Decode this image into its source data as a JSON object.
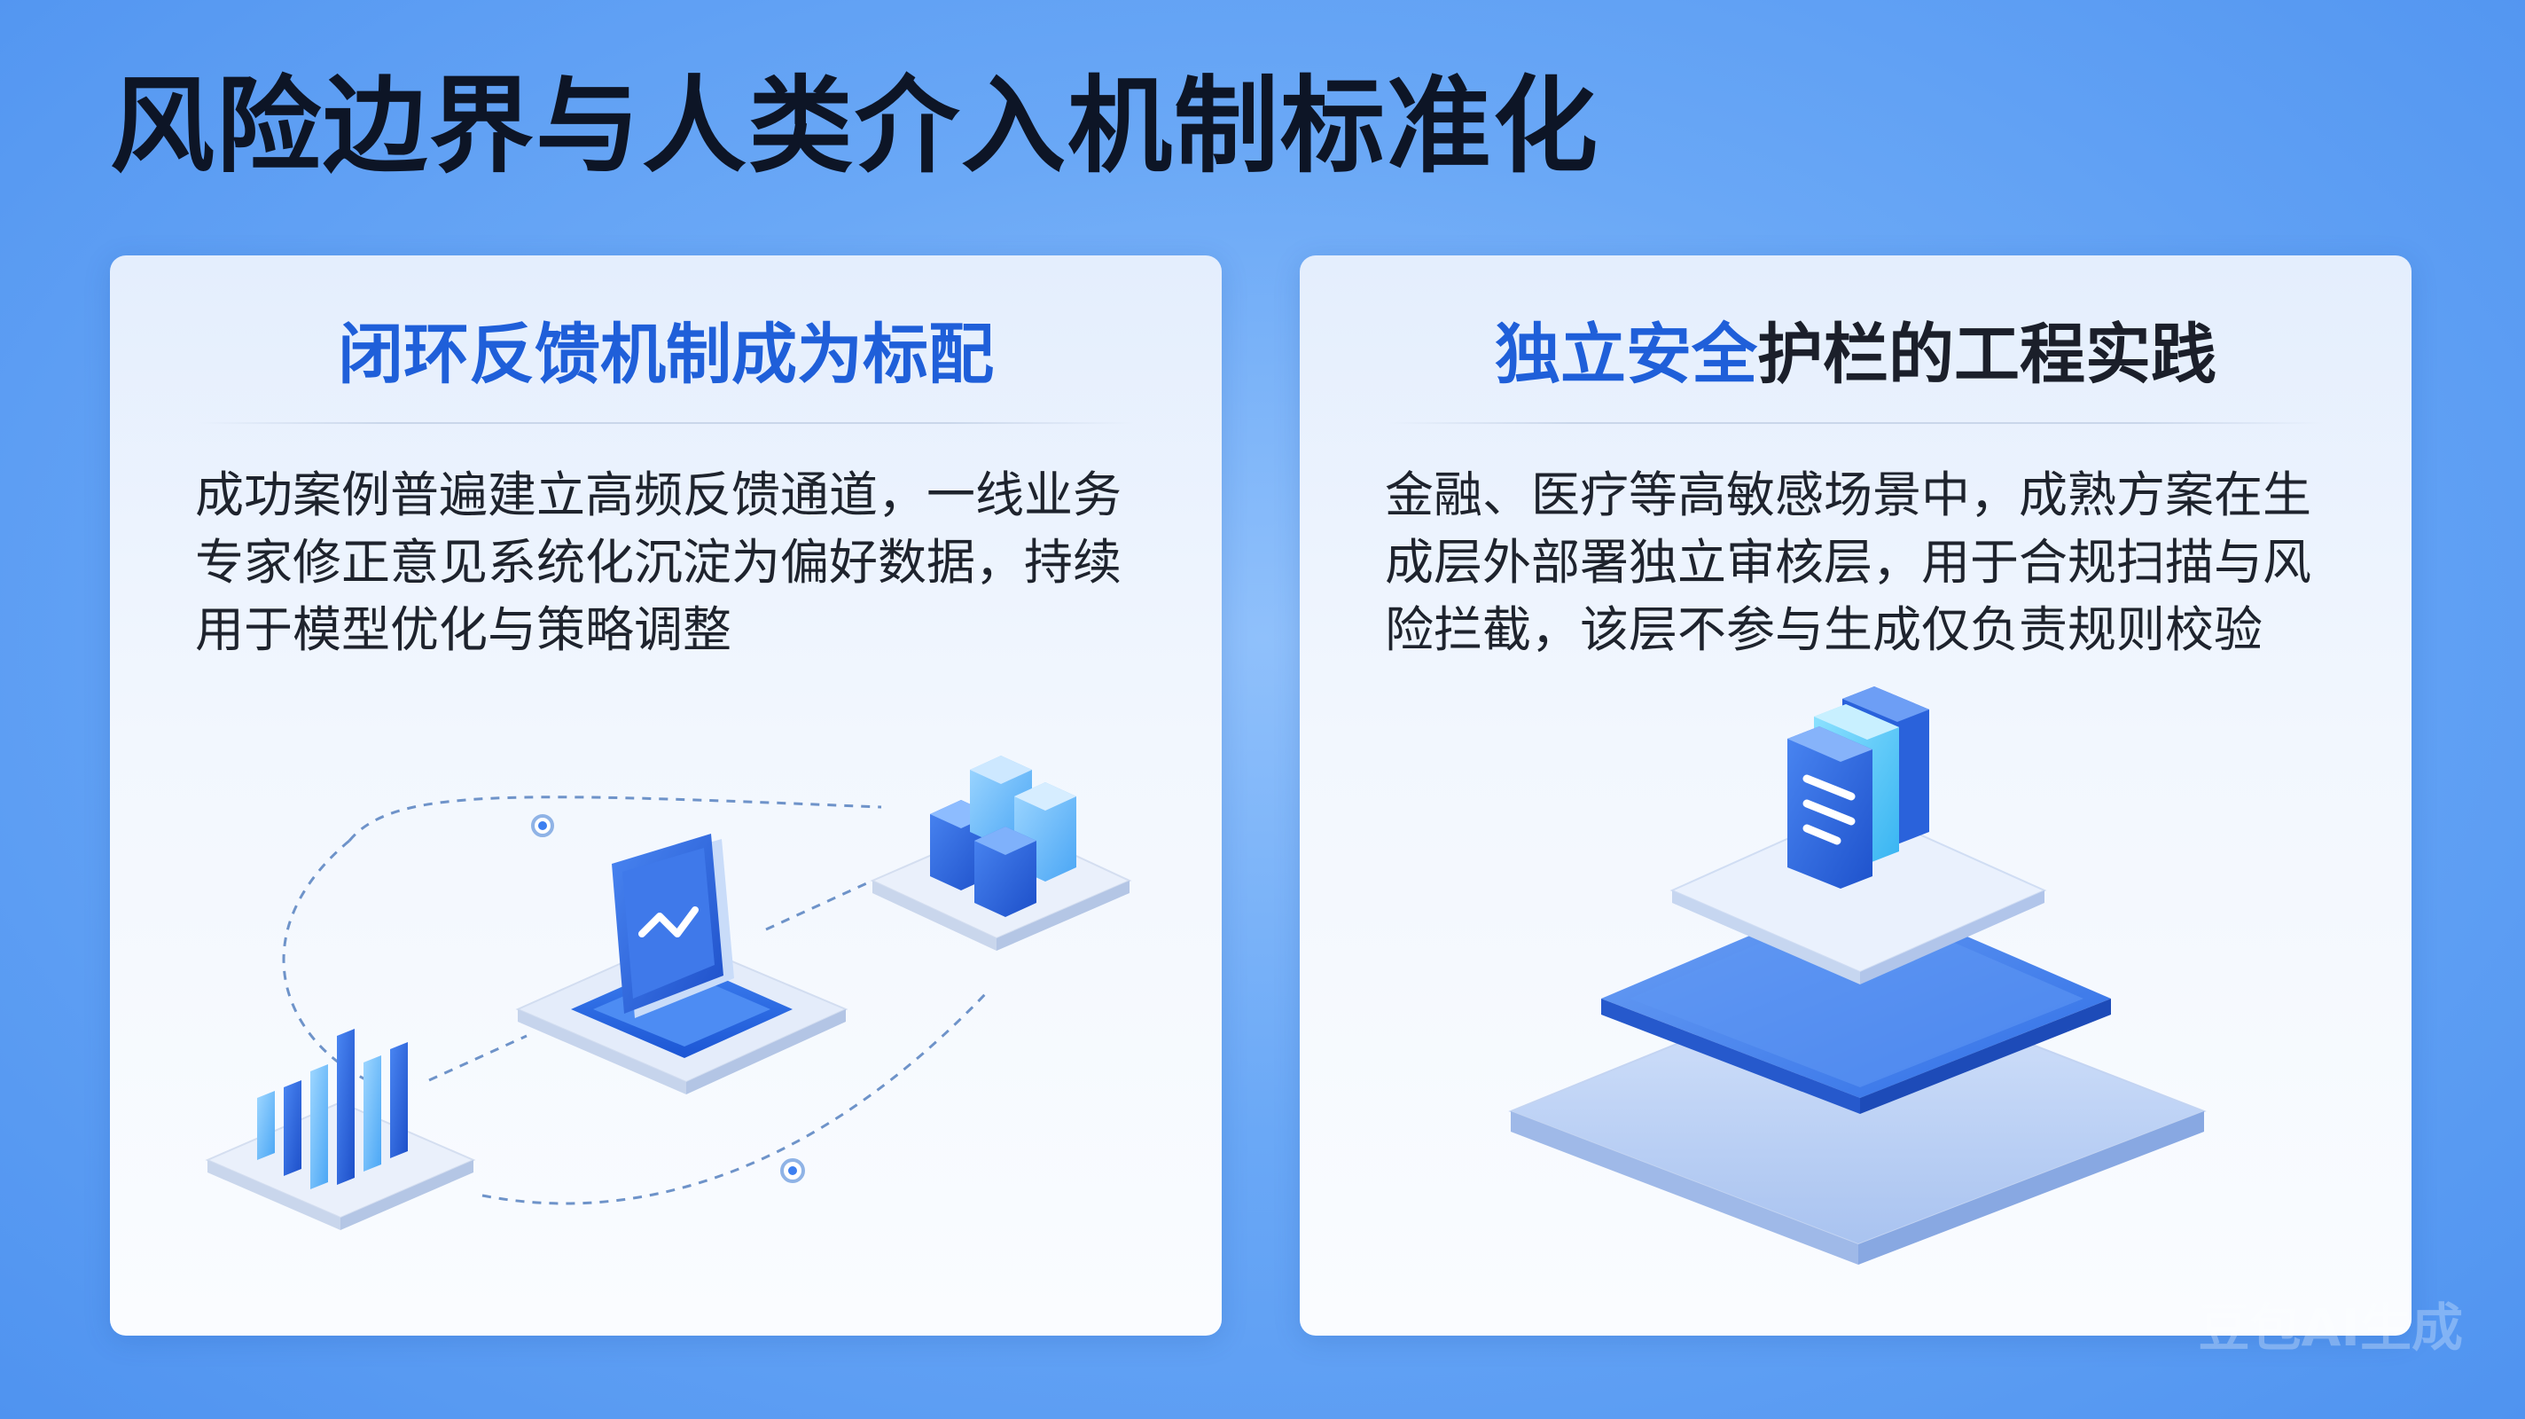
{
  "title": "风险边界与人类介入机制标准化",
  "cards": [
    {
      "heading_accent": "闭环反馈机制成为标配",
      "heading_rest": "",
      "body": "成功案例普遍建立高频反馈通道，一线业务专家修正意见系统化沉淀为偏好数据，持续用于模型优化与策略调整"
    },
    {
      "heading_accent": "独立安全",
      "heading_rest": "护栏的工程实践",
      "body": "金融、医疗等高敏感场景中，成熟方案在生成层外部署独立审核层，用于合规扫描与风险拦截，该层不参与生成仅负责规则校验"
    }
  ],
  "watermark": "豆包AI生成",
  "colors": {
    "accent": "#1f5fd9",
    "background": "#6aa8f6",
    "title": "#0d1526"
  },
  "icons": [
    "bar-chart-icon",
    "monitor-chart-icon",
    "cube-cluster-icon",
    "document-stack-icon",
    "layer-stack-icon"
  ]
}
